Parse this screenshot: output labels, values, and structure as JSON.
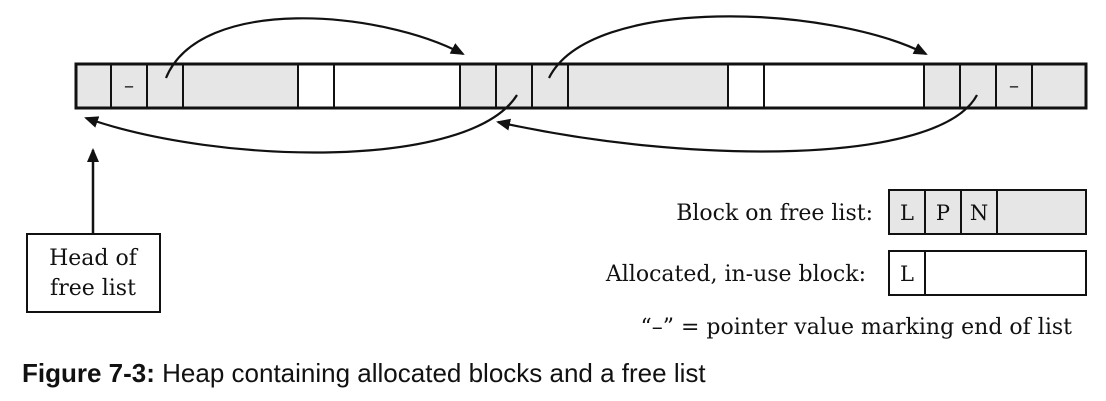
{
  "heap": {
    "empty_marker": "–"
  },
  "head_label": {
    "line1": "Head of",
    "line2": "free list"
  },
  "legend": {
    "free_label": "Block on free list:",
    "free_fields": [
      "L",
      "P",
      "N"
    ],
    "allocated_label": "Allocated, in-use block:",
    "allocated_fields": [
      "L"
    ],
    "note": "“–” = pointer value marking end of list"
  },
  "caption": {
    "figure": "Figure 7-3:",
    "text": " Heap containing allocated blocks and a free list"
  },
  "colors": {
    "free_block_fill": "#e6e6e6",
    "allocated_block_fill": "#ffffff",
    "stroke": "#111111"
  }
}
